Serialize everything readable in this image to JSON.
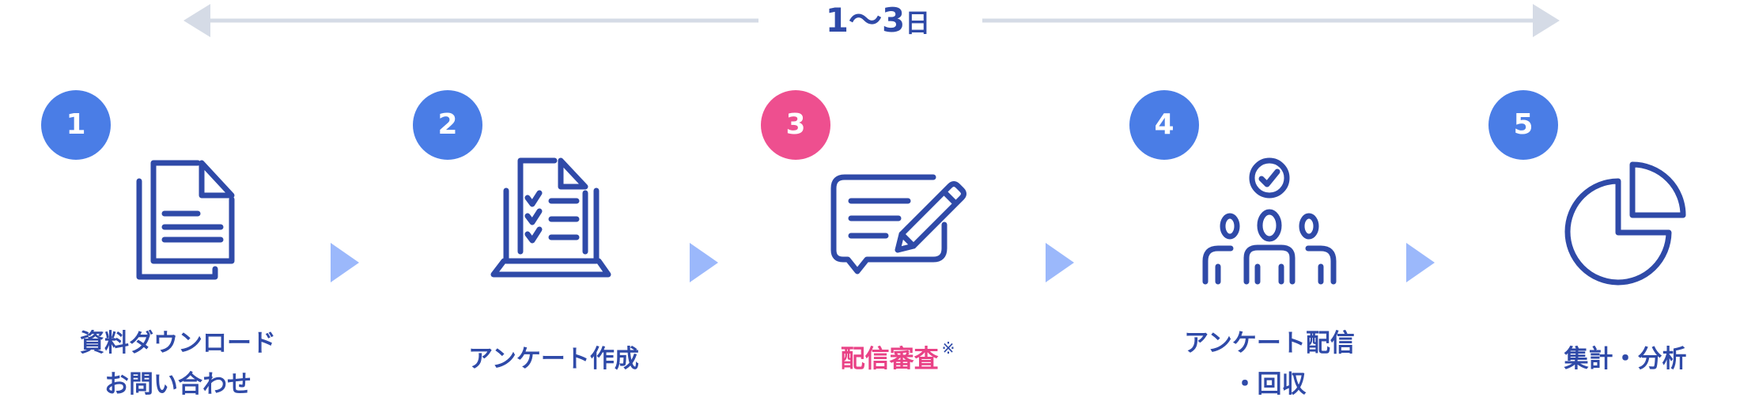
{
  "duration": {
    "value": "1〜3",
    "unit": "日"
  },
  "colors": {
    "step": "#4a7de6",
    "highlight": "#ee4f8f",
    "icon": "#2f4aa8",
    "connector": "#9bb8fb",
    "timeline": "#d5dbe6"
  },
  "steps": [
    {
      "number": "1",
      "icon": "document-icon",
      "line1": "資料ダウンロード",
      "line2": "お問い合わせ"
    },
    {
      "number": "2",
      "icon": "survey-checklist-icon",
      "line1": "アンケート作成"
    },
    {
      "number": "3",
      "icon": "review-edit-icon",
      "line1": "配信審査",
      "note": "※"
    },
    {
      "number": "4",
      "icon": "people-check-icon",
      "line1": "アンケート配信",
      "line2": "・回収"
    },
    {
      "number": "5",
      "icon": "pie-chart-icon",
      "line1": "集計・分析"
    }
  ]
}
